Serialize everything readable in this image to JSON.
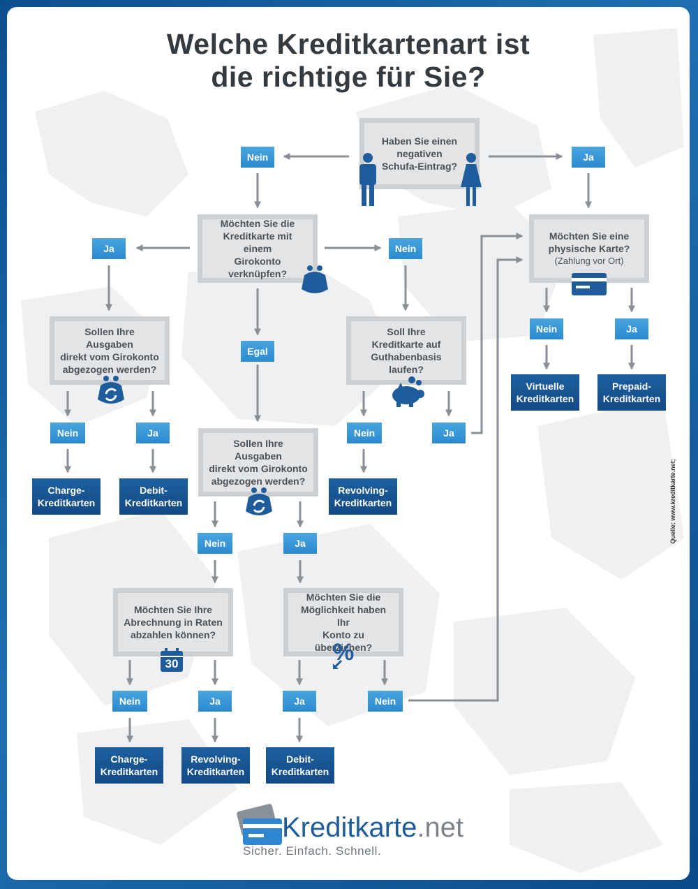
{
  "title": {
    "line1": "Welche Kreditkartenart ist",
    "line2": "die richtige für Sie?"
  },
  "questions": {
    "schufa": [
      "Haben Sie einen",
      "negativen",
      "Schufa-Eintrag?"
    ],
    "girokonto_link": [
      "Möchten Sie die",
      "Kreditkarte mit einem",
      "Girokonto verknüpfen?"
    ],
    "physical": [
      "Möchten Sie eine",
      "physische Karte?"
    ],
    "physical_sub": "(Zahlung vor Ort)",
    "deduct_left": [
      "Sollen Ihre Ausgaben",
      "direkt vom Girokonto",
      "abgezogen werden?"
    ],
    "deduct_center": [
      "Sollen Ihre Ausgaben",
      "direkt vom Girokonto",
      "abgezogen werden?"
    ],
    "credit_base": [
      "Soll Ihre",
      "Kreditkarte auf",
      "Guthabenbasis laufen?"
    ],
    "installments": [
      "Möchten Sie Ihre",
      "Abrechnung in Raten",
      "abzahlen können?"
    ],
    "overdraft": [
      "Möchten Sie die",
      "Möglichkeit haben Ihr",
      "Konto zu überziehen?"
    ]
  },
  "answers": {
    "yes": "Ja",
    "no": "Nein",
    "either": "Egal"
  },
  "results": {
    "charge": [
      "Charge-",
      "Kreditkarten"
    ],
    "debit": [
      "Debit-",
      "Kreditkarten"
    ],
    "revolving": [
      "Revolving-",
      "Kreditkarten"
    ],
    "virtual": [
      "Virtuelle",
      "Kreditkarten"
    ],
    "prepaid": [
      "Prepaid-",
      "Kreditkarten"
    ]
  },
  "calendar_day": "30",
  "percent_sign": "%",
  "logo": {
    "name": "Kreditkarte",
    "ext": ".net",
    "slogan": "Sicher. Einfach. Schnell."
  },
  "source": "Quelle: www.kreditkarte.net;",
  "colors": {
    "answer_blue": "#3a98d8",
    "result_blue": "#17548f",
    "icon_blue": "#1f5c9c",
    "question_gray": "#e3e4e6",
    "arrow_gray": "#8a8f95"
  }
}
